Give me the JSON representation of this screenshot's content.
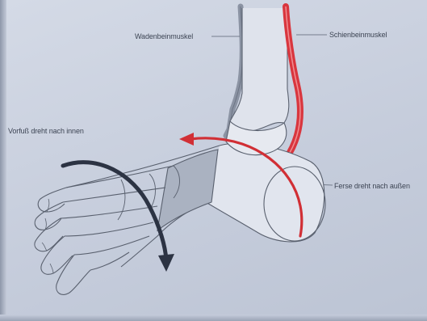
{
  "labels": {
    "wadenbeinmuskel": "Wadenbeinmuskel",
    "schienbeinmuskel": "Schienbeinmuskel",
    "vorfuss": "Vorfuß dreht nach innen",
    "ferse": "Ferse dreht nach außen"
  },
  "colors": {
    "background": "#c9d0de",
    "bone_outline": "#59606e",
    "muscle_red": "#d9363e",
    "arrow_red": "#d12f35",
    "arrow_dark": "#2c3343",
    "calf_muscle": "#8b93a3"
  }
}
